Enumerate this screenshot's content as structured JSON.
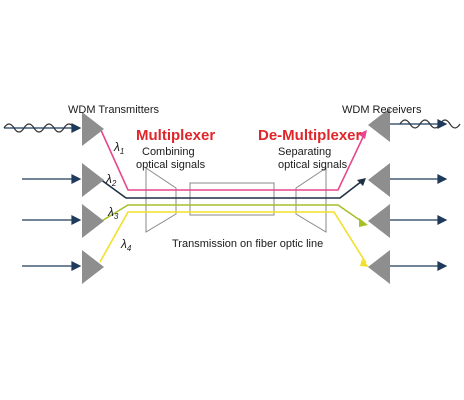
{
  "labels": {
    "transmitters": "WDM Transmitters",
    "receivers": "WDM Receivers",
    "multiplexer": "Multiplexer",
    "demultiplexer": "De-Multiplexer",
    "combining_line1": "Combining",
    "combining_line2": "optical signals",
    "separating_line1": "Separating",
    "separating_line2": "optical signals",
    "transmission": "Transmission on fiber optic line"
  },
  "wavelengths": [
    {
      "symbol": "λ",
      "index": "1"
    },
    {
      "symbol": "λ",
      "index": "2"
    },
    {
      "symbol": "λ",
      "index": "3"
    },
    {
      "symbol": "λ",
      "index": "4"
    }
  ],
  "colors": {
    "signal_1": "#e6478f",
    "signal_2": "#1f2f44",
    "signal_3": "#a8bf2a",
    "signal_4": "#f2e02a",
    "heading_red": "#e0262b",
    "triangle_gray": "#8e8e8e",
    "arrow_navy": "#1f3a5a"
  }
}
